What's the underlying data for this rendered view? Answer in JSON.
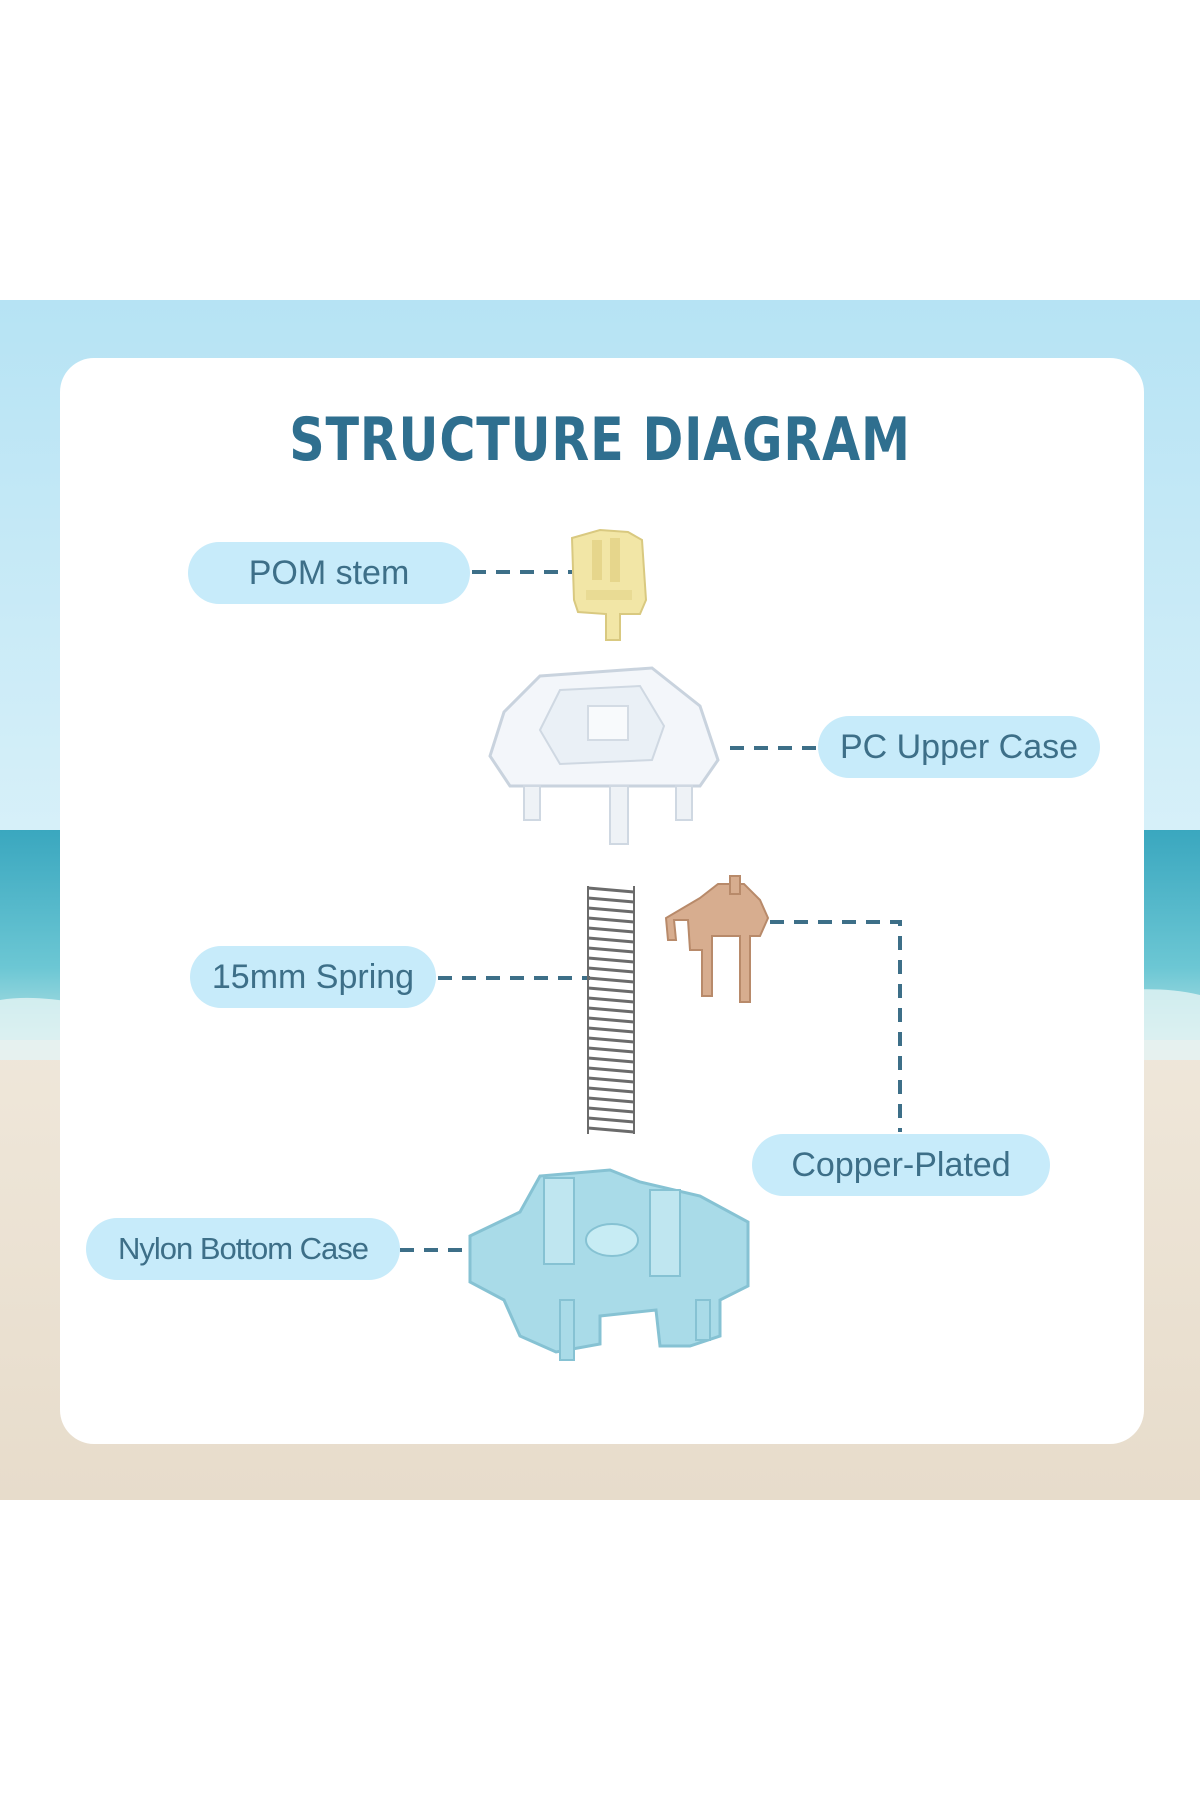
{
  "title": "STRUCTURE DIAGRAM",
  "labels": {
    "pom_stem": "POM stem",
    "pc_upper_case": "PC Upper Case",
    "spring": "15mm Spring",
    "copper": "Copper-Plated",
    "nylon_bottom": "Nylon Bottom Case"
  },
  "colors": {
    "title": "#2f6f8f",
    "pill_bg": "#c7ebfa",
    "pill_text": "#3d6f88",
    "stem": "#f2e6a6",
    "upper_case": "#f3f6fa",
    "bottom_case": "#a9dbe8",
    "copper": "#d7ad8f",
    "spring": "#6b6b6b",
    "leader": "#3d6f88"
  },
  "icons": {
    "stem": "pom-stem-icon",
    "upper": "upper-case-icon",
    "spring": "spring-icon",
    "contact": "copper-contact-icon",
    "bottom": "bottom-case-icon"
  }
}
